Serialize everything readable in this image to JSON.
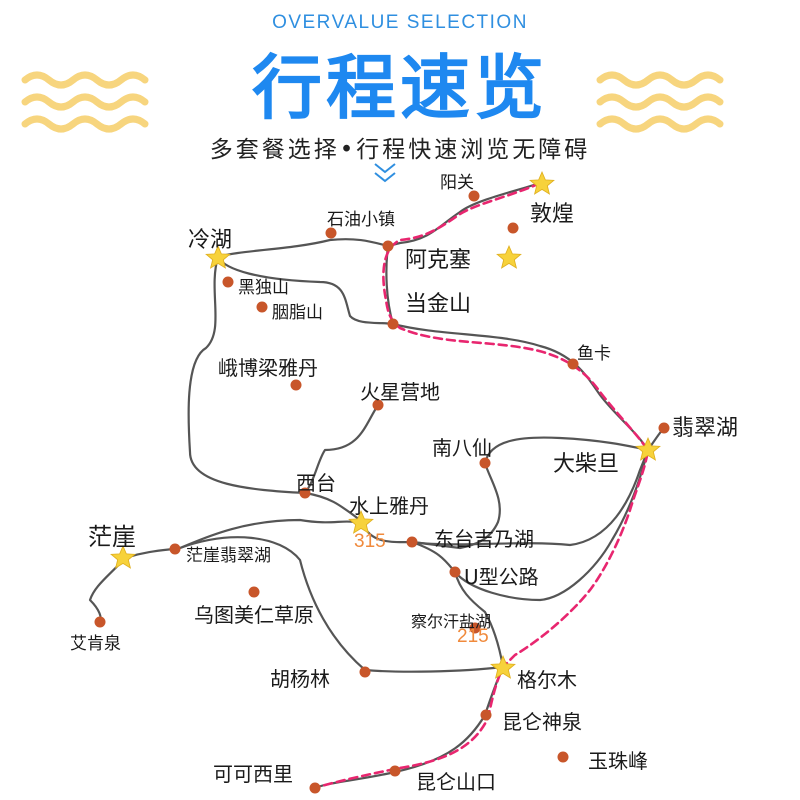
{
  "header": {
    "subtitle_en": "OVERVALUE SELECTION",
    "title": "行程速览",
    "tagline": "多套餐选择•行程快速浏览无障碍"
  },
  "map": {
    "colors": {
      "title_blue": "#1e88f0",
      "wave_yellow": "#f7d57e",
      "road": "#555555",
      "route_pink": "#e8266f",
      "dot": "#c8562a",
      "star": "#f7d23b",
      "road_number": "#f08a3c"
    },
    "places": {
      "yangguan": "阳关",
      "dunhuang": "敦煌",
      "shiyou": "石油小镇",
      "lenghu": "冷湖",
      "akesai": "阿克塞",
      "heidu": "黑独山",
      "yanzhi": "胭脂山",
      "dangjin": "当金山",
      "yuka": "鱼卡",
      "ebo": "峨博梁雅丹",
      "huoxing": "火星营地",
      "feicui": "翡翠湖",
      "nanbaxian": "南八仙",
      "dachaidan": "大柴旦",
      "xitai": "西台",
      "shuishang": "水上雅丹",
      "mangya": "茫崖",
      "mangya_feicui": "茫崖翡翠湖",
      "dongtai": "东台吉乃湖",
      "ugonglu": "U型公路",
      "aiken": "艾肯泉",
      "wutu": "乌图美仁草原",
      "chaerhan": "察尔汗盐湖",
      "huyang": "胡杨林",
      "geermu": "格尔木",
      "kunlunshenquan": "昆仑神泉",
      "yuzhu": "玉珠峰",
      "kekexili": "可可西里",
      "kunlunshankou": "昆仑山口"
    },
    "road_numbers": {
      "g315": "315",
      "g215": "215"
    }
  }
}
